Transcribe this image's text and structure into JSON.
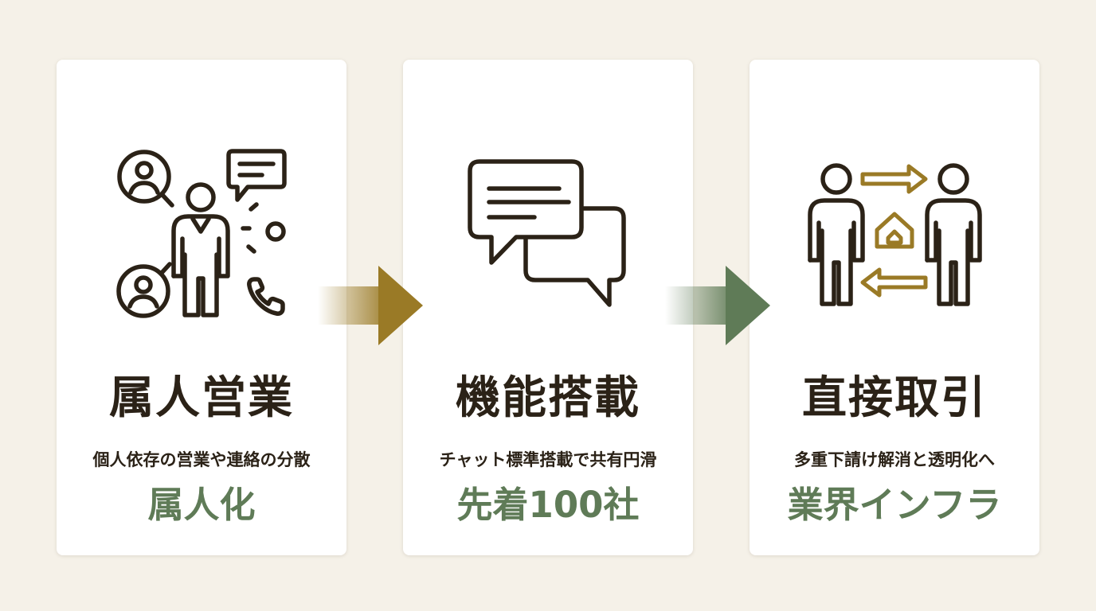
{
  "colors": {
    "background": "#f5f1e8",
    "card": "#ffffff",
    "ink": "#2b2217",
    "gold": "#9a7a26",
    "green": "#5f7b57"
  },
  "cards": [
    {
      "icon": "sales-contacts-icon",
      "title": "属人営業",
      "subtitle": "個人依存の営業や連絡の分散",
      "result": "属人化"
    },
    {
      "icon": "chat-bubbles-icon",
      "title": "機能搭載",
      "subtitle": "チャット標準搭載で共有円滑",
      "result": "先着100社"
    },
    {
      "icon": "direct-trade-icon",
      "title": "直接取引",
      "subtitle": "多重下請け解消と透明化へ",
      "result": "業界インフラ"
    }
  ],
  "connectors": [
    {
      "icon": "arrow-right-icon",
      "color": "gold"
    },
    {
      "icon": "arrow-right-icon",
      "color": "green"
    }
  ]
}
